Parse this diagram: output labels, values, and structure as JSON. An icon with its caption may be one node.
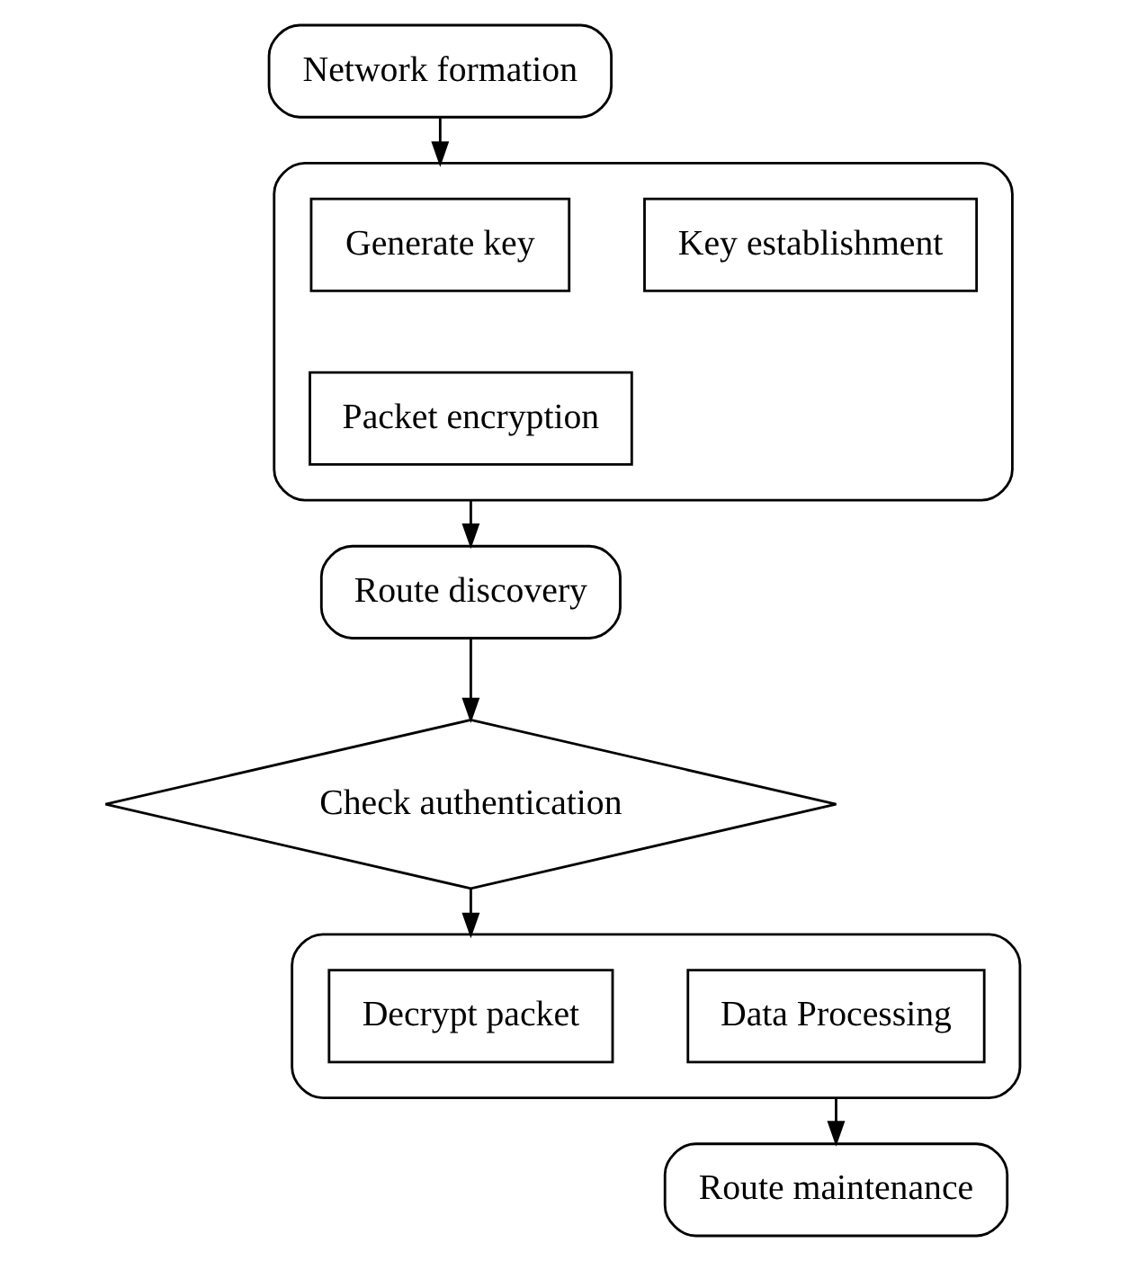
{
  "diagram": {
    "nodes": [
      {
        "text": [
          "Network formation"
        ]
      },
      {
        "text": [],
        "shape": "box"
      },
      {
        "text": [
          "Generate key"
        ],
        "in": 1
      },
      {
        "text": [
          "Key establishment"
        ],
        "in": 1
      },
      {
        "text": [
          "Packet encryption"
        ],
        "in": 1
      },
      {
        "text": [
          "Route discovery"
        ]
      },
      {
        "text": [
          "Check authentication"
        ]
      },
      {
        "text": [],
        "shape": "box"
      },
      {
        "text": [
          "Decrypt packet"
        ],
        "in": 7
      },
      {
        "text": [
          "Data Processing"
        ],
        "in": 7
      },
      {
        "text": [
          "Route maintenance"
        ]
      }
    ],
    "edges": [
      {
        "from": 0,
        "to": 1,
        "arrow": "to"
      },
      {
        "from": 1,
        "to": 5,
        "arrow": "to"
      },
      {
        "from": 5,
        "to": 6,
        "arrow": "to"
      },
      {
        "from": 6,
        "to": 7,
        "arrow": "to"
      },
      {
        "from": 7,
        "to": 10,
        "arrow": "to"
      }
    ]
  }
}
